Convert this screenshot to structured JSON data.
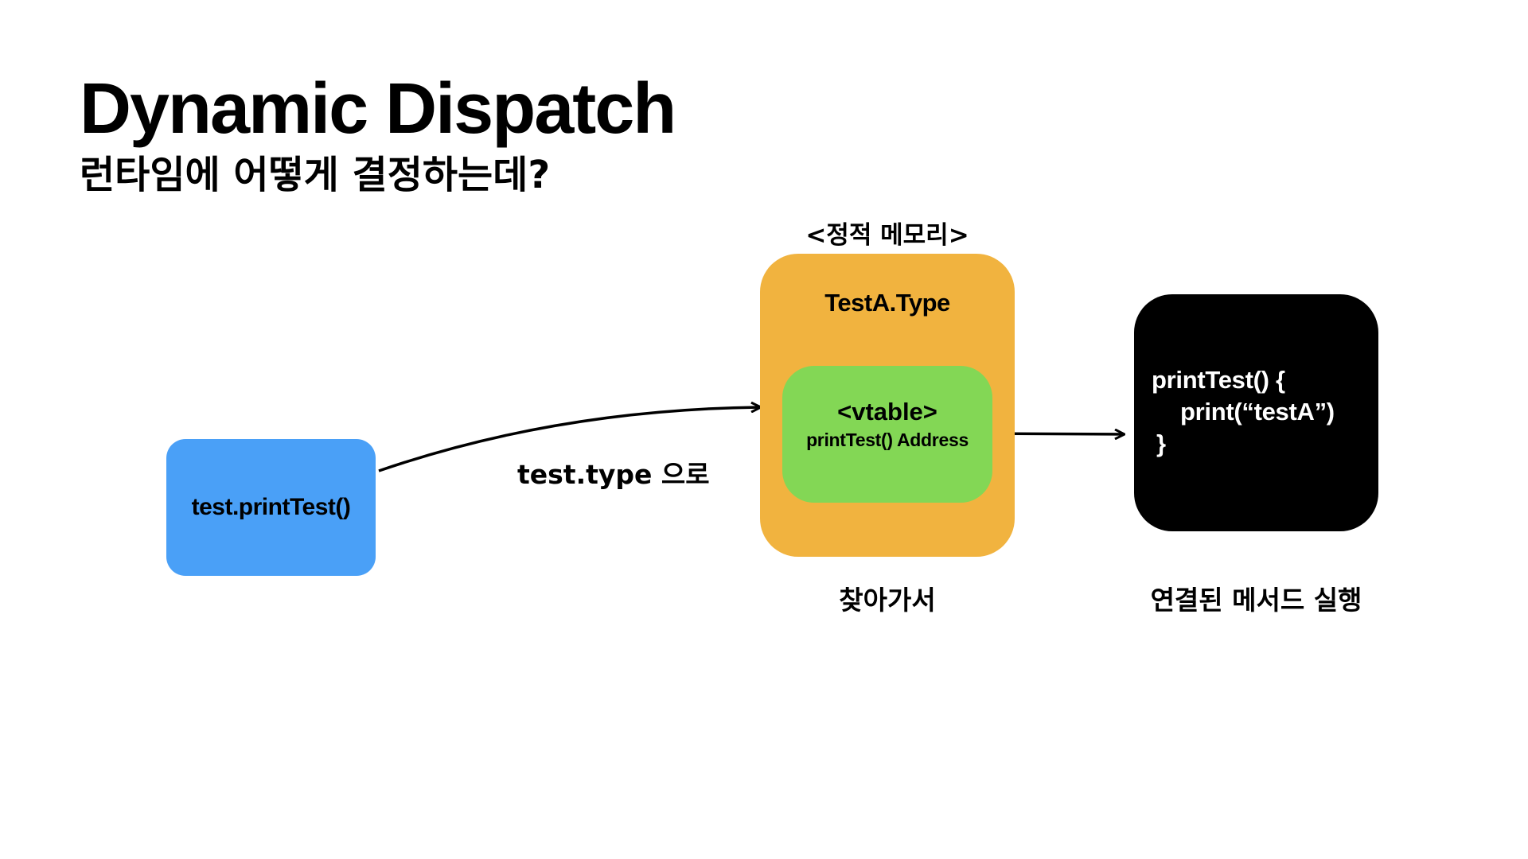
{
  "title": "Dynamic Dispatch",
  "subtitle": "런타임에 어떻게 결정하는데?",
  "call_box": {
    "label": "test.printTest()",
    "color": "#4aa0f7"
  },
  "arrow1_label": "test.type 으로",
  "static_memory": {
    "header": "<정적 메모리>",
    "type_label": "TestA.Type",
    "color": "#f1b33f",
    "vtable": {
      "title": "<vtable>",
      "entry": "printTest() Address",
      "color": "#83d755"
    },
    "caption": "찾아가서"
  },
  "method_box": {
    "code": {
      "line1": "printTest() {",
      "line2": "print(“testA”)",
      "line3": "}"
    },
    "color": "#000000",
    "caption": "연결된 메서드 실행"
  }
}
